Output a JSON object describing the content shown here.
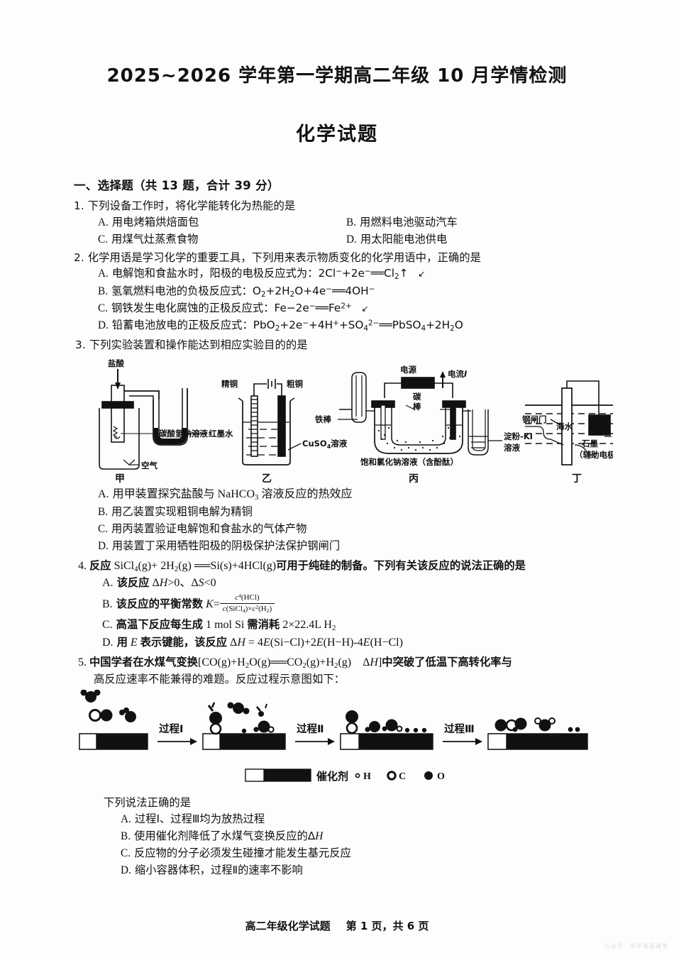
{
  "header": {
    "title": "2025~2026 学年第一学期高二年级 10 月学情检测",
    "subtitle": "化学试题"
  },
  "section": {
    "heading": "一、选择题（共 13 题，合计 39 分）"
  },
  "questions": [
    {
      "num": "1.",
      "stem": "下列设备工作时，将化学能转化为热能的是",
      "options": [
        {
          "label": "A.",
          "text": "用电烤箱烘焙面包"
        },
        {
          "label": "B.",
          "text": "用燃料电池驱动汽车"
        },
        {
          "label": "C.",
          "text": "用煤气灶蒸煮食物"
        },
        {
          "label": "D.",
          "text": "用太阳能电池供电"
        }
      ]
    },
    {
      "num": "2.",
      "stem": "化学用语是学习化学的重要工具，下列用来表示物质变化的化学用语中，正确的是",
      "options": [
        {
          "label": "A.",
          "text": "电解饱和食盐水时，阳极的电极反应式为：2Cl⁻+2e⁻══Cl₂↑"
        },
        {
          "label": "B.",
          "text": "氢氧燃料电池的负极反应式：O₂+2H₂O+4e⁻══4OH⁻"
        },
        {
          "label": "C.",
          "text": "钢铁发生电化腐蚀的正极反应式：Fe−2e⁻══Fe²⁺"
        },
        {
          "label": "D.",
          "text": "铅蓄电池放电的正极反应式：PbO₂+2e⁻+4H⁺+SO₄²⁻══PbSO₄+2H₂O"
        }
      ]
    },
    {
      "num": "3.",
      "stem": "下列实验装置和操作能达到相应实验目的的是",
      "options": [
        {
          "label": "A.",
          "text": "用甲装置探究盐酸与 NaHCO₃ 溶液反应的热效应"
        },
        {
          "label": "B.",
          "text": "用乙装置实现粗铜电解为精铜"
        },
        {
          "label": "C.",
          "text": "用丙装置验证电解饱和食盐水的气体产物"
        },
        {
          "label": "D.",
          "text": "用装置丁采用牺牲阳极的阴极保护法保护钢闸门"
        }
      ]
    },
    {
      "num": "4.",
      "stem": "反应 SiCl₄(g)+ 2H₂(g) ══Si(s)+4HCl(g)可用于纯硅的制备。下列有关该反应的说法正确的是",
      "options": [
        {
          "label": "A.",
          "text": "该反应 ΔH>0、ΔS<0"
        },
        {
          "label": "B.",
          "text": "该反应的平衡常数 K=c⁴(HCl)/[c(SiCl₄)×c²(H₂)]"
        },
        {
          "label": "C.",
          "text": "高温下反应每生成 1 mol Si 需消耗 2×22.4L H₂"
        },
        {
          "label": "D.",
          "text": "用 E 表示键能，该反应 ΔH = 4E(Si−Cl)+2E(H−H)-4E(H−Cl)"
        }
      ]
    },
    {
      "num": "5.",
      "stem_line1": "中国学者在水煤气变换[CO(g)+H₂O(g)══CO₂(g)+H₂(g)　ΔH]中突破了低温下高转化率与",
      "stem_line2": "高反应速率不能兼得的难题。反应过程示意图如下：",
      "lead": "下列说法正确的是",
      "options": [
        {
          "label": "A.",
          "text": "过程Ⅰ、过程Ⅲ均为放热过程"
        },
        {
          "label": "B.",
          "text": "使用催化剂降低了水煤气变换反应的ΔH"
        },
        {
          "label": "C.",
          "text": "反应物的分子必须发生碰撞才能发生基元反应"
        },
        {
          "label": "D.",
          "text": "缩小容器体积，过程Ⅱ的速率不影响"
        }
      ]
    }
  ],
  "figure_q3": {
    "labels": {
      "jia_acid": "盐酸",
      "jia_ink": "红墨水",
      "jia_solution": "碳酸氢钠溶液",
      "jia_air": "空气",
      "jia_name": "甲",
      "yi_pure_cu": "精铜",
      "yi_crude_cu": "粗铜",
      "yi_cuso4": "CuSO₄溶液",
      "yi_name": "乙",
      "bing_power": "电源",
      "bing_current": "电流I",
      "bing_carbon": "碳棒",
      "bing_iron": "铁棒",
      "bing_starch_ki": "淀粉-KI",
      "bing_solution": "溶液",
      "bing_brine": "饱和氯化钠溶液（含酚酞）",
      "bing_name": "丙",
      "ding_gate": "钢闸门",
      "ding_seawater": "海水",
      "ding_graphite": "石墨",
      "ding_aux": "（辅助电极）",
      "ding_name": "丁"
    }
  },
  "figure_q5": {
    "steps": [
      "过程Ⅰ",
      "过程Ⅱ",
      "过程Ⅲ"
    ],
    "legend": {
      "catalyst": "催化剂",
      "h": "H",
      "c": "C",
      "o": "O"
    }
  },
  "footer": {
    "subject": "高二年级化学试题",
    "page": "第 1 页，共 6 页",
    "watermark": "公众号：中学英语课堂"
  },
  "colors": {
    "ink": "#111111",
    "paper": "#fdfdfd"
  }
}
